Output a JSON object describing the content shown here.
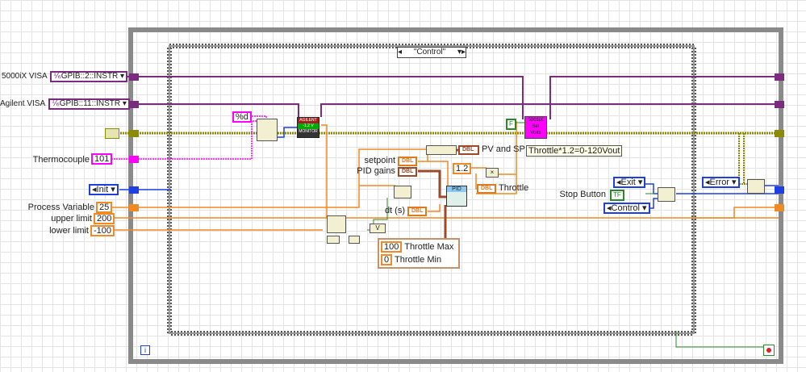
{
  "case_selector": "\"Control\"",
  "controls": {
    "visa_5000ix": {
      "label": "5000iX VISA",
      "value": "GPIB::2::INSTR"
    },
    "visa_agilent": {
      "label": "Agilent VISA",
      "value": "GPIB::11::INSTR"
    },
    "thermocouple": {
      "label": "Thermocouple",
      "value": "101"
    },
    "init": {
      "value": "Init"
    },
    "process_variable": {
      "label": "Process Variable",
      "value": "25"
    },
    "upper_limit": {
      "label": "upper limit",
      "value": "200"
    },
    "lower_limit": {
      "label": "lower limit",
      "value": "-100"
    },
    "format": {
      "value": "%d"
    },
    "setpoint": {
      "label": "setpoint",
      "type": "DBL"
    },
    "pid_gains": {
      "label": "PID gains",
      "type": "DBL"
    },
    "dt": {
      "label": "dt (s)",
      "type": "DBL"
    },
    "gain_const": {
      "value": "1.2"
    },
    "false_const": {
      "value": "F"
    },
    "throttle_max": {
      "value": "100",
      "label": "Throttle Max"
    },
    "throttle_min": {
      "value": "0",
      "label": "Throttle Min"
    },
    "stop_button": {
      "label": "Stop Button",
      "value": "TF"
    },
    "exit": {
      "value": "Exit"
    },
    "control": {
      "value": "Control"
    },
    "error": {
      "value": "Error"
    }
  },
  "indicators": {
    "pv_sp": {
      "label": "PV and SP",
      "type": "DBL"
    },
    "throttle": {
      "label": "Throttle",
      "type": "DBL"
    }
  },
  "subvis": {
    "agilent": {
      "top": "AGILENT",
      "mid": "-1.2 V",
      "bottom": "MONITOR"
    },
    "set_volts": {
      "line1": "5001iX",
      "line2": "Set",
      "line3": "Volts"
    },
    "pid": {
      "label": "PID"
    }
  },
  "comment": "Throttle*1.2=0-120Vout",
  "iteration": "i",
  "colors": {
    "visa": "#7b2c7f",
    "error": "#8c8a00",
    "numeric": "#f08a24",
    "enum": "#1f3fe0",
    "string": "#ff00ff",
    "bool": "#2a8a2a",
    "cluster": "#9c4a28"
  }
}
